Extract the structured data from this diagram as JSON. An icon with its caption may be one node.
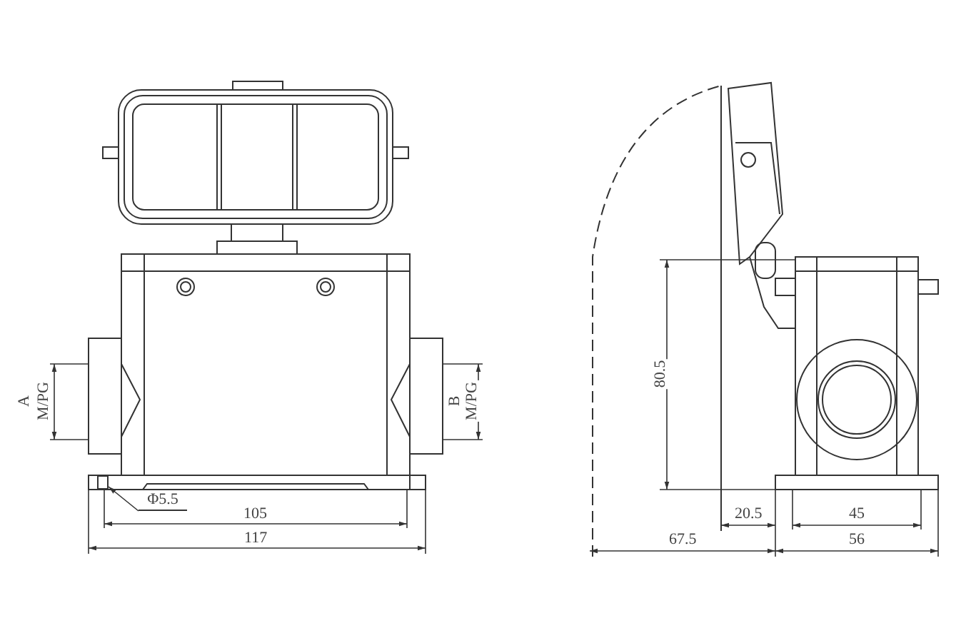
{
  "diagram": {
    "nodes": [
      {
        "text": [
          "Φ5.5"
        ]
      },
      {
        "text": [],
        "shape": "box"
      }
    ],
    "edges": [
      {
        "from": 0,
        "to": 1,
        "arrow": "to"
      }
    ],
    "labels": [
      "A",
      "M/PG",
      "B",
      "M/PG",
      "80.5",
      "105",
      "20.5",
      "45",
      "117",
      "67.5",
      "56"
    ]
  }
}
